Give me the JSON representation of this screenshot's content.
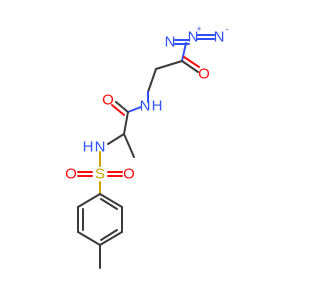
{
  "molecule": {
    "colors": {
      "carbon": "#3a3a3a",
      "nitrogen": "#3050F8",
      "oxygen": "#FF0D0D",
      "sulfur": "#C8A400"
    },
    "atoms": {
      "azide_n1": {
        "symbol": "N",
        "charge": "",
        "color": "#3050F8"
      },
      "azide_n2": {
        "symbol": "N",
        "charge": "+",
        "color": "#3050F8"
      },
      "azide_n3": {
        "symbol": "N",
        "charge": "-",
        "color": "#3050F8"
      },
      "azide_carbonyl_o": {
        "symbol": "O",
        "color": "#FF0D0D"
      },
      "amide_n": {
        "symbol": "N",
        "color": "#3050F8"
      },
      "amide_h": {
        "symbol": "H",
        "color": "#3050F8"
      },
      "amide_o": {
        "symbol": "O",
        "color": "#FF0D0D"
      },
      "sulfonamide_n": {
        "symbol": "N",
        "color": "#3050F8"
      },
      "sulfonamide_h": {
        "symbol": "H",
        "color": "#3050F8"
      },
      "sulfur": {
        "symbol": "S",
        "color": "#C8A400"
      },
      "sulfonyl_o_left": {
        "symbol": "O",
        "color": "#FF0D0D"
      },
      "sulfonyl_o_right": {
        "symbol": "O",
        "color": "#FF0D0D"
      }
    }
  }
}
